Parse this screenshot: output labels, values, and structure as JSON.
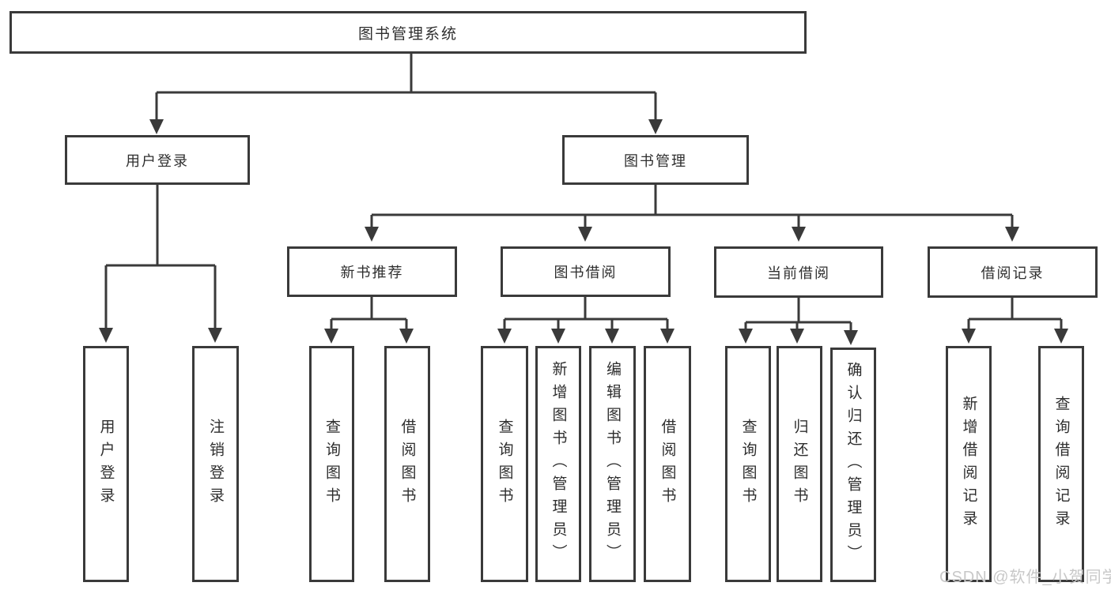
{
  "diagram": {
    "tree": {
      "label": "图书管理系统",
      "children": [
        {
          "label": "用户登录",
          "children": [
            {
              "label": "用户登录"
            },
            {
              "label": "注销登录"
            }
          ]
        },
        {
          "label": "图书管理",
          "children": [
            {
              "label": "新书推荐",
              "children": [
                {
                  "label": "查询图书"
                },
                {
                  "label": "借阅图书"
                }
              ]
            },
            {
              "label": "图书借阅",
              "children": [
                {
                  "label": "查询图书"
                },
                {
                  "label": "新增图书（管理员）"
                },
                {
                  "label": "编辑图书（管理员）"
                },
                {
                  "label": "借阅图书"
                }
              ]
            },
            {
              "label": "当前借阅",
              "children": [
                {
                  "label": "查询图书"
                },
                {
                  "label": "归还图书"
                },
                {
                  "label": "确认归还（管理员）"
                }
              ]
            },
            {
              "label": "借阅记录",
              "children": [
                {
                  "label": "新增借阅记录"
                },
                {
                  "label": "查询借阅记录"
                }
              ]
            }
          ]
        }
      ]
    }
  },
  "watermark": {
    "text": "CSDN @软件_小贺同学",
    "color": "#c8c8c8"
  },
  "colors": {
    "line": "#3a3a3a",
    "box_border": "#3a3a3a",
    "box_background": "#ffffff",
    "text": "#2e2e2e",
    "page_background": "#ffffff"
  }
}
